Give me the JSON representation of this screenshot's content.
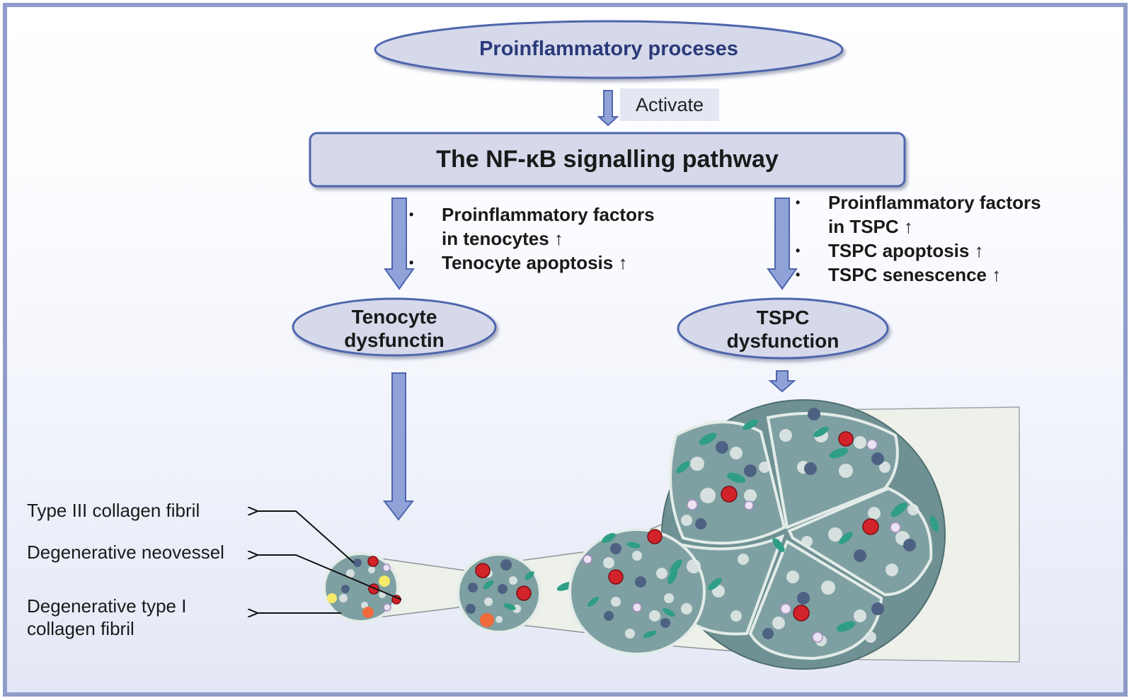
{
  "top_node": {
    "label": "Proinflammatory proceses"
  },
  "activate_label": "Activate",
  "pathway_box": {
    "label": "The NF-κB signalling pathway"
  },
  "left_branch": {
    "bullets": [
      {
        "line1": "Proinflammatory factors",
        "line2": "in tenocytes ↑"
      },
      {
        "line1": "Tenocyte apoptosis ↑"
      }
    ],
    "node": {
      "line1": "Tenocyte",
      "line2": "dysfunctin"
    }
  },
  "right_branch": {
    "bullets": [
      {
        "line1": "Proinflammatory factors",
        "line2": "in TSPC ↑"
      },
      {
        "line1": "TSPC apoptosis ↑"
      },
      {
        "line1": "TSPC senescence ↑"
      }
    ],
    "node": {
      "line1": "TSPC",
      "line2": "dysfunction"
    }
  },
  "tendon_labels": {
    "type3": "Type III collagen fibril",
    "neovessel": "Degenerative neovessel",
    "type1_line1": "Degenerative type I",
    "type1_line2": "collagen fibril"
  },
  "colors": {
    "arrow_fill": "#8fa3d9",
    "arrow_stroke": "#4f66ad",
    "node_fill": "#d5d9ea",
    "node_stroke": "#4f66ad",
    "title_text": "#2b3a7a",
    "fascicle": "#6f9193",
    "tenocyte": "#2f9e86",
    "vessel_red": "#d2232a",
    "cell_blue": "#4d6283"
  }
}
